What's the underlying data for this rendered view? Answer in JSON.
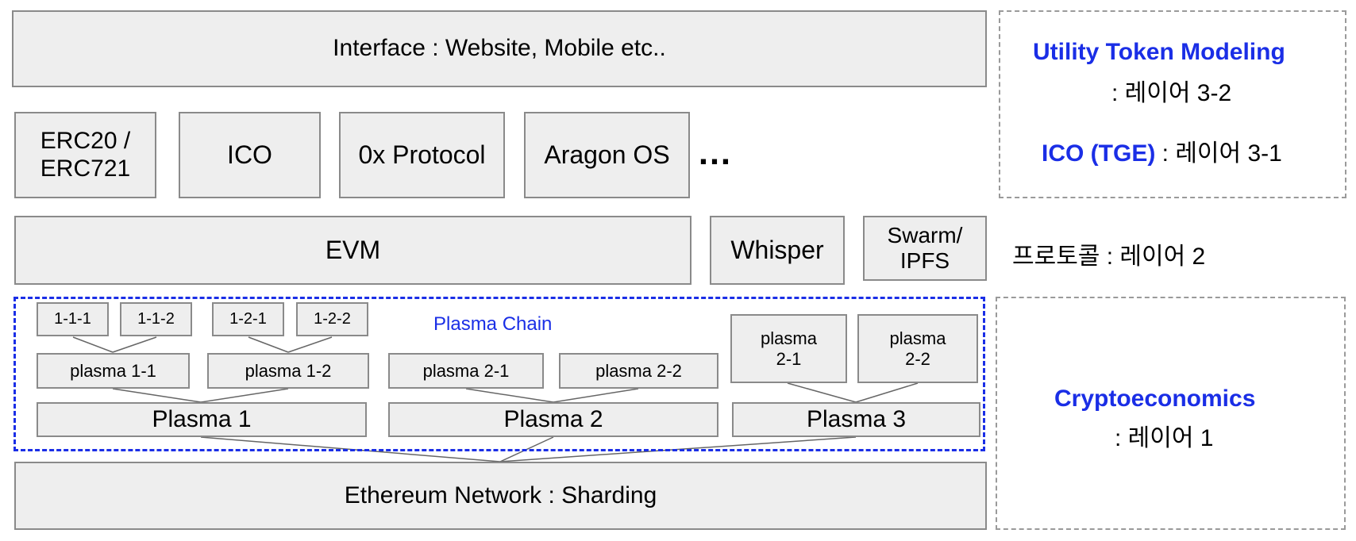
{
  "interface": "Interface : Website, Mobile etc..",
  "apps": [
    "ERC20 / ERC721",
    "ICO",
    "0x Protocol",
    "Aragon OS"
  ],
  "ellipsis": "…",
  "protocol": {
    "evm": "EVM",
    "whisper": "Whisper",
    "swarm_line1": "Swarm/",
    "swarm_line2": "IPFS"
  },
  "plasma_chain_label": "Plasma Chain",
  "leaves": [
    "1-1-1",
    "1-1-2",
    "1-2-1",
    "1-2-2"
  ],
  "subchains": [
    "plasma 1-1",
    "plasma 1-2",
    "plasma 2-1",
    "plasma 2-2"
  ],
  "plasma3_sub": [
    {
      "line1": "plasma",
      "line2": "2-1"
    },
    {
      "line1": "plasma",
      "line2": "2-2"
    }
  ],
  "roots": [
    "Plasma 1",
    "Plasma 2",
    "Plasma 3"
  ],
  "network": "Ethereum Network : Sharding",
  "right": {
    "utm_title": "Utility Token Modeling",
    "utm_sub": ": 레이어 3-2",
    "ico_title": "ICO (TGE)",
    "ico_sub": " : 레이어 3-1",
    "protocol_layer": "프로토콜 : 레이어 2",
    "crypto_title": "Cryptoeconomics",
    "crypto_sub": ": 레이어 1"
  },
  "colors": {
    "accent_blue": "#1a2ee6",
    "box_fill": "#eeeeee",
    "box_border": "#8a8a8a"
  }
}
